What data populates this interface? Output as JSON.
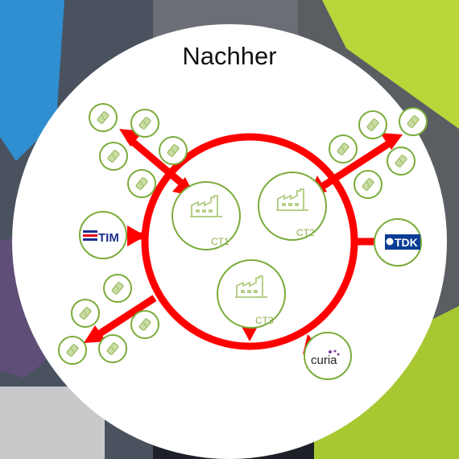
{
  "title": "Nachher",
  "colors": {
    "ring": "#ff0000",
    "node": "#7aab3a",
    "factory_fill": "#c9dca4",
    "tim_blue": "#1c2f8f",
    "tim_red": "#e2001a",
    "tdk_blue": "#0a3c96",
    "curia_purple": "#7b3fa0"
  },
  "factories": [
    {
      "label": "CT1",
      "icon": "factory-icon"
    },
    {
      "label": "CT2",
      "icon": "factory-icon"
    },
    {
      "label": "CT3",
      "icon": "factory-icon"
    }
  ],
  "partners": [
    {
      "name": "TIM",
      "icon": "tim-logo"
    },
    {
      "name": "TDK",
      "icon": "tdk-logo"
    },
    {
      "name": "curia",
      "icon": "curia-logo"
    }
  ],
  "supplier_icon": "battery-icon"
}
